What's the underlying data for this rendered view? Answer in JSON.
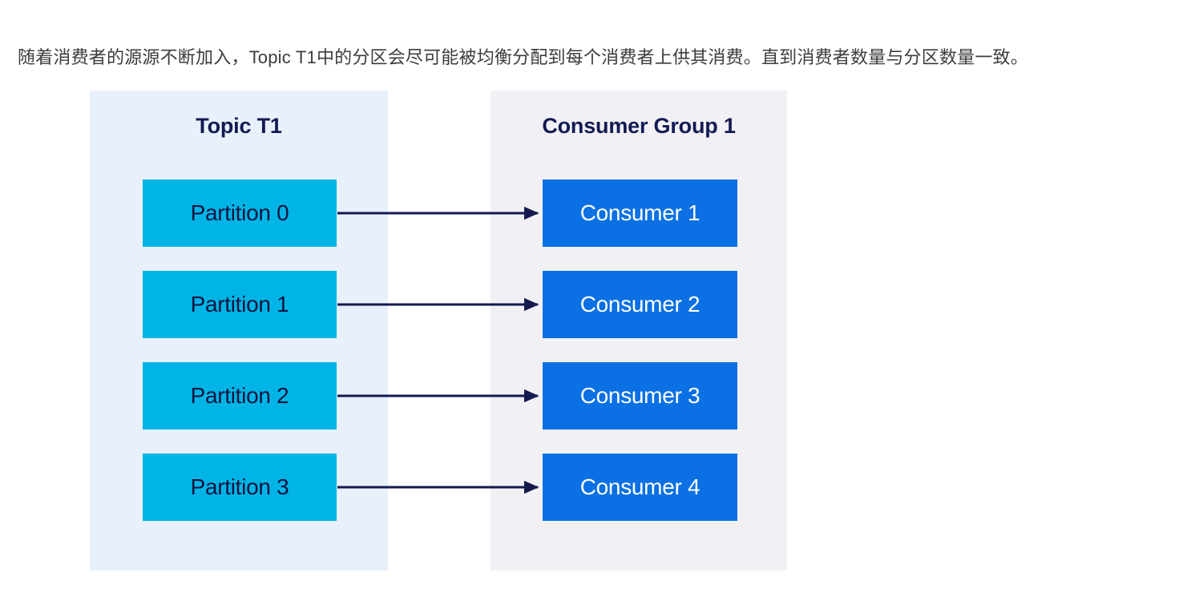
{
  "caption": {
    "text": "随着消费者的源源不断加入，Topic T1中的分区会尽可能被均衡分配到每个消费者上供其消费。直到消费者数量与分区数量一致。",
    "color": "#3c3c3c"
  },
  "diagram": {
    "type": "flow-mapping",
    "topic_panel": {
      "title": "Topic T1",
      "background": "#e8f1fb",
      "title_color": "#131b54",
      "nodes": [
        {
          "label": "Partition 0"
        },
        {
          "label": "Partition 1"
        },
        {
          "label": "Partition 2"
        },
        {
          "label": "Partition 3"
        }
      ],
      "node_fill": "#00b5e5",
      "node_text_color": "#0d1340"
    },
    "group_panel": {
      "title": "Consumer Group 1",
      "background": "#f1f0f4",
      "title_color": "#131b54",
      "nodes": [
        {
          "label": "Consumer 1"
        },
        {
          "label": "Consumer 2"
        },
        {
          "label": "Consumer 3"
        },
        {
          "label": "Consumer 4"
        }
      ],
      "node_fill": "#0a70e3",
      "node_text_color": "#ffffff"
    },
    "arrows": [
      {
        "from": "Partition 0",
        "to": "Consumer 1"
      },
      {
        "from": "Partition 1",
        "to": "Consumer 2"
      },
      {
        "from": "Partition 2",
        "to": "Consumer 3"
      },
      {
        "from": "Partition 3",
        "to": "Consumer 4"
      }
    ],
    "arrow_color": "#141a4f"
  }
}
